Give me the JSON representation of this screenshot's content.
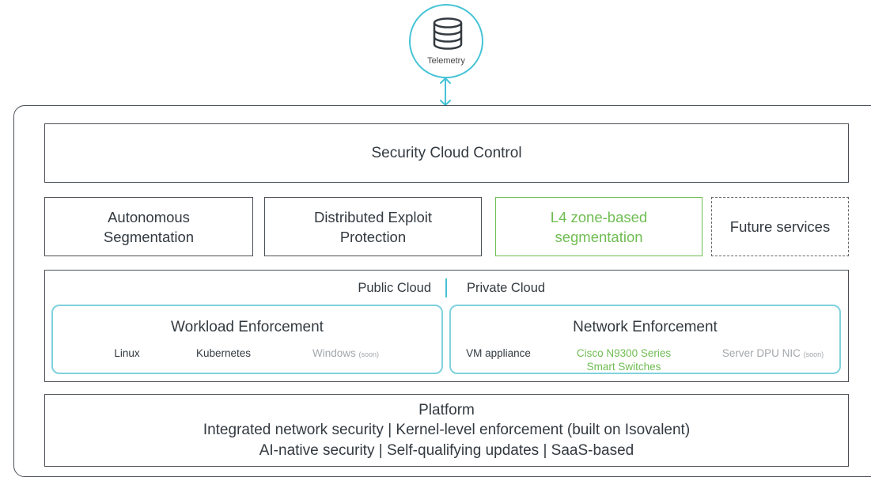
{
  "telemetry": {
    "label": "Telemetry",
    "icon": "database-icon"
  },
  "control_plane": {
    "title": "Security Cloud Control"
  },
  "services": [
    {
      "lines": [
        "Autonomous",
        "Segmentation"
      ]
    },
    {
      "lines": [
        "Distributed Exploit",
        "Protection"
      ]
    },
    {
      "lines": [
        "L4 zone-based",
        "segmentation"
      ]
    },
    {
      "lines": [
        "Future services"
      ]
    }
  ],
  "clouds": {
    "public": "Public Cloud",
    "private": "Private Cloud"
  },
  "workload": {
    "title": "Workload Enforcement",
    "items": [
      {
        "label": "Linux",
        "note": ""
      },
      {
        "label": "Kubernetes",
        "note": ""
      },
      {
        "label": "Windows",
        "note": "(soon)"
      }
    ]
  },
  "network": {
    "title": "Network Enforcement",
    "items": [
      {
        "label": "VM appliance",
        "note": ""
      },
      {
        "lines": [
          "Cisco N9300 Series",
          "Smart Switches"
        ]
      },
      {
        "label": "Server DPU NIC",
        "note": "(soon)"
      }
    ]
  },
  "platform": {
    "title": "Platform",
    "line1": "Integrated network security | Kernel-level enforcement (built on Isovalent)",
    "line2": "AI-native security | Self-qualifying updates | SaaS-based"
  },
  "colors": {
    "accent_cyan": "#45c3d6",
    "accent_green": "#6fbd52",
    "border": "#4a4f55",
    "muted": "#a3a7ab"
  }
}
